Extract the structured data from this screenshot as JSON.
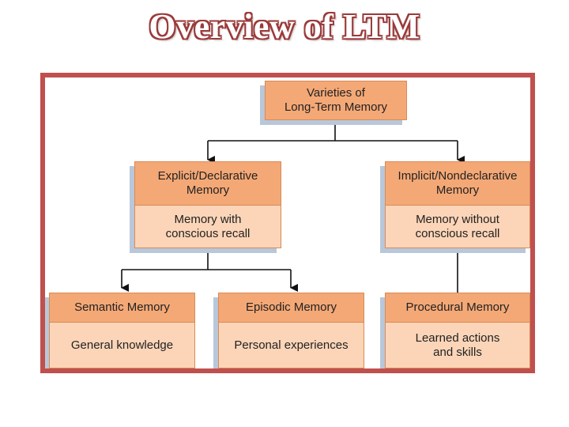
{
  "title": "Overview of LTM",
  "diagram": {
    "root": "Varieties of\nLong-Term Memory",
    "explicit": {
      "label": "Explicit/Declarative\nMemory",
      "desc": "Memory with\nconscious recall"
    },
    "implicit": {
      "label": "Implicit/Nondeclarative\nMemory",
      "desc": "Memory without\nconscious recall"
    },
    "semantic": {
      "label": "Semantic Memory",
      "desc": "General knowledge"
    },
    "episodic": {
      "label": "Episodic Memory",
      "desc": "Personal experiences"
    },
    "procedural": {
      "label": "Procedural Memory",
      "desc": "Learned actions\nand skills"
    }
  },
  "colors": {
    "frame": "#c0504d",
    "header_fill": "#f4a876",
    "body_fill": "#fcd5b8",
    "shadow": "#b9c7da",
    "title_outline": "#9b3a3a"
  }
}
